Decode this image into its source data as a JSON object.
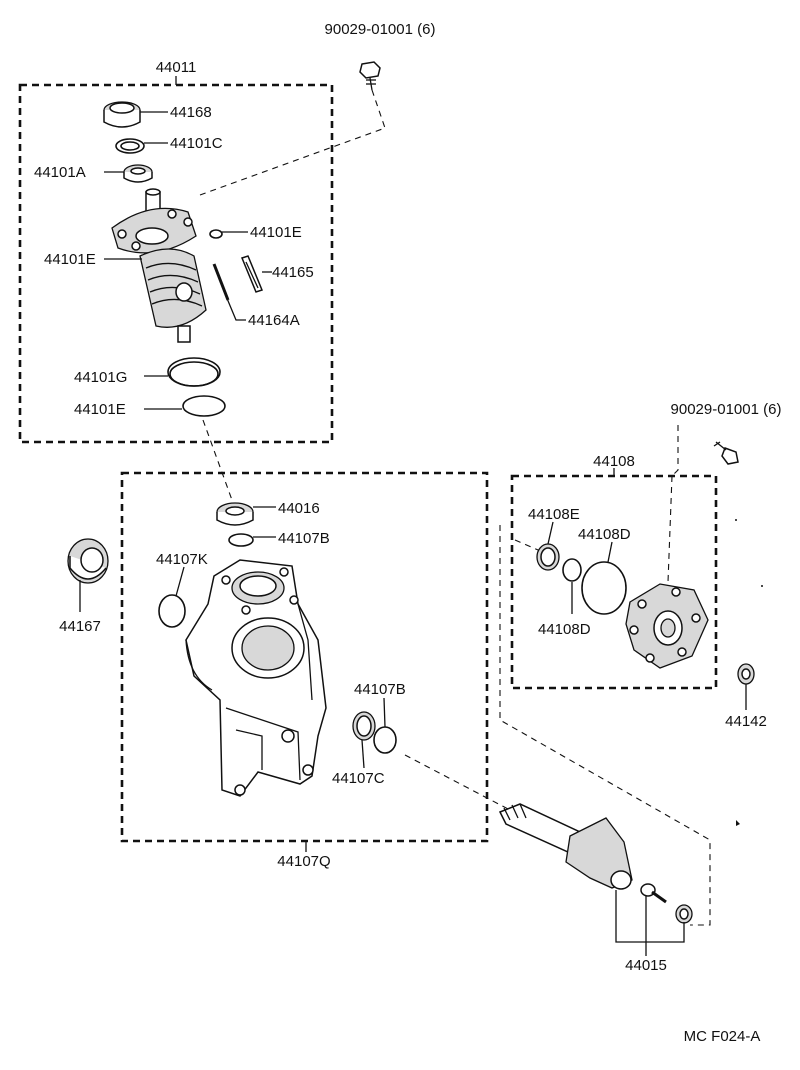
{
  "labels": {
    "bolt_top": "90029-01001 (6)",
    "bolt_right": "90029-01001 (6)",
    "assy_valve": "44011",
    "p44168": "44168",
    "p44101C": "44101C",
    "p44101A": "44101A",
    "p44101E_a": "44101E",
    "p44101E_b": "44101E",
    "p44165": "44165",
    "p44164A": "44164A",
    "p44101G": "44101G",
    "p44101E_c": "44101E",
    "p44016": "44016",
    "p44107B_a": "44107B",
    "p44107K": "44107K",
    "p44167": "44167",
    "p44107B_b": "44107B",
    "p44107C": "44107C",
    "assy_housing": "44107Q",
    "assy_cover": "44108",
    "p44108E": "44108E",
    "p44108D_a": "44108D",
    "p44108D_b": "44108D",
    "p44142": "44142",
    "p44015": "44015",
    "code": "MC F024-A"
  }
}
